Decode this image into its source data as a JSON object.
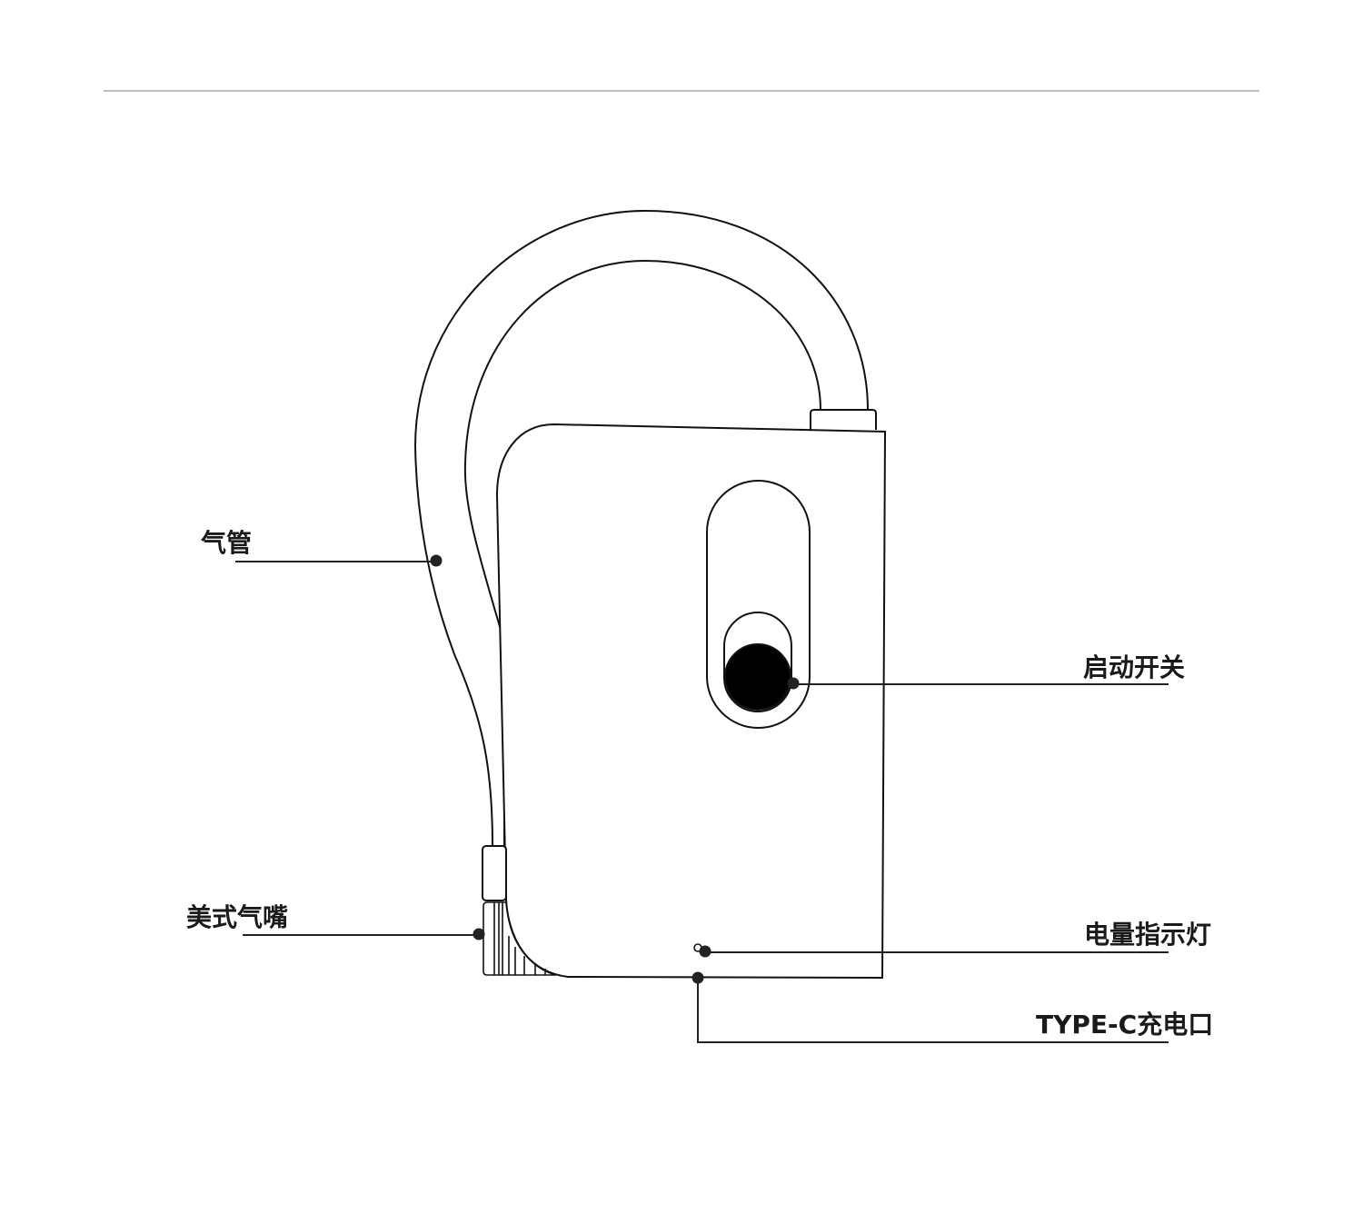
{
  "diagram": {
    "labels": {
      "air_tube": "气管",
      "power_switch": "启动开关",
      "us_valve": "美式气嘴",
      "battery_indicator": "电量指示灯",
      "type_c_port": "TYPE-C充电口"
    },
    "colors": {
      "stroke": "#111111",
      "rule": "#c0c0c0",
      "dot": "#222222"
    }
  }
}
